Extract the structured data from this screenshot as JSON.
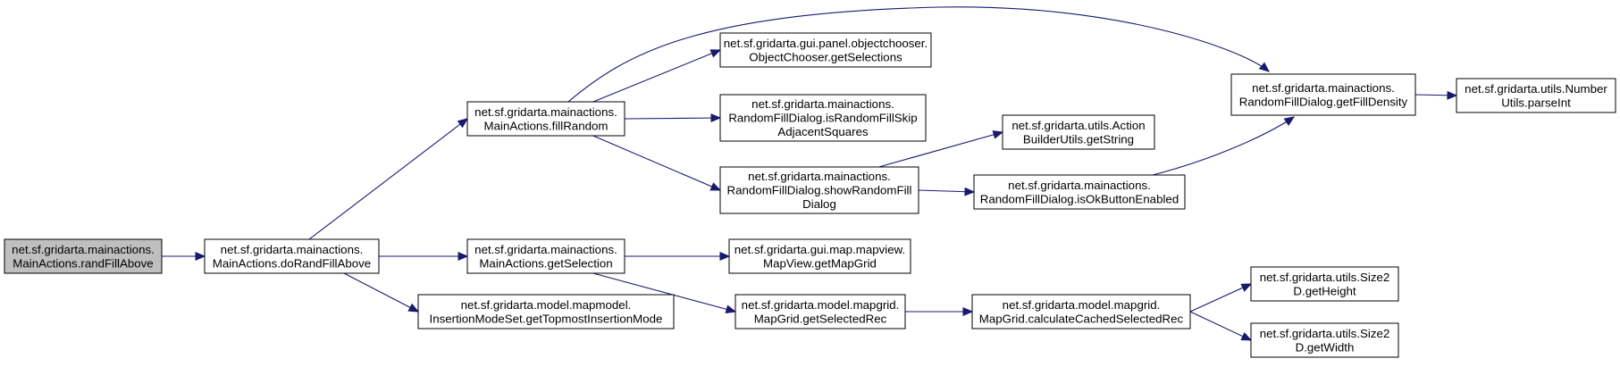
{
  "colors": {
    "node_fill": "#ffffff",
    "focus_fill": "#bfbfbf",
    "border": "#000000",
    "edge": "#191970"
  },
  "nodes": [
    {
      "id": "randFillAbove",
      "lines": [
        "net.sf.gridarta.mainactions.",
        "MainActions.randFillAbove"
      ],
      "focus": true
    },
    {
      "id": "doRandFillAbove",
      "lines": [
        "net.sf.gridarta.mainactions.",
        "MainActions.doRandFillAbove"
      ]
    },
    {
      "id": "fillRandom",
      "lines": [
        "net.sf.gridarta.mainactions.",
        "MainActions.fillRandom"
      ]
    },
    {
      "id": "getSelection",
      "lines": [
        "net.sf.gridarta.mainactions.",
        "MainActions.getSelection"
      ]
    },
    {
      "id": "getTopmostInsertionMode",
      "lines": [
        "net.sf.gridarta.model.mapmodel.",
        "InsertionModeSet.getTopmostInsertionMode"
      ]
    },
    {
      "id": "getSelections",
      "lines": [
        "net.sf.gridarta.gui.panel.objectchooser.",
        "ObjectChooser.getSelections"
      ]
    },
    {
      "id": "isRandomFillSkip",
      "lines": [
        "net.sf.gridarta.mainactions.",
        "RandomFillDialog.isRandomFillSkip",
        "AdjacentSquares"
      ]
    },
    {
      "id": "showRandomFillDialog",
      "lines": [
        "net.sf.gridarta.mainactions.",
        "RandomFillDialog.showRandomFill",
        "Dialog"
      ]
    },
    {
      "id": "getMapGrid",
      "lines": [
        "net.sf.gridarta.gui.map.mapview.",
        "MapView.getMapGrid"
      ]
    },
    {
      "id": "getSelectedRec",
      "lines": [
        "net.sf.gridarta.model.mapgrid.",
        "MapGrid.getSelectedRec"
      ]
    },
    {
      "id": "getString",
      "lines": [
        "net.sf.gridarta.utils.Action",
        "BuilderUtils.getString"
      ]
    },
    {
      "id": "isOkButtonEnabled",
      "lines": [
        "net.sf.gridarta.mainactions.",
        "RandomFillDialog.isOkButtonEnabled"
      ]
    },
    {
      "id": "calculateCachedSelectedRec",
      "lines": [
        "net.sf.gridarta.model.mapgrid.",
        "MapGrid.calculateCachedSelectedRec"
      ]
    },
    {
      "id": "getFillDensity",
      "lines": [
        "net.sf.gridarta.mainactions.",
        "RandomFillDialog.getFillDensity"
      ]
    },
    {
      "id": "getHeight",
      "lines": [
        "net.sf.gridarta.utils.Size2",
        "D.getHeight"
      ]
    },
    {
      "id": "getWidth",
      "lines": [
        "net.sf.gridarta.utils.Size2",
        "D.getWidth"
      ]
    },
    {
      "id": "parseInt",
      "lines": [
        "net.sf.gridarta.utils.Number",
        "Utils.parseInt"
      ]
    }
  ],
  "edges": [
    {
      "from": "randFillAbove",
      "to": "doRandFillAbove"
    },
    {
      "from": "doRandFillAbove",
      "to": "fillRandom"
    },
    {
      "from": "doRandFillAbove",
      "to": "getSelection"
    },
    {
      "from": "doRandFillAbove",
      "to": "getTopmostInsertionMode"
    },
    {
      "from": "fillRandom",
      "to": "getSelections"
    },
    {
      "from": "fillRandom",
      "to": "isRandomFillSkip"
    },
    {
      "from": "fillRandom",
      "to": "showRandomFillDialog"
    },
    {
      "from": "fillRandom",
      "to": "getFillDensity"
    },
    {
      "from": "getSelection",
      "to": "getMapGrid"
    },
    {
      "from": "getSelection",
      "to": "getSelectedRec"
    },
    {
      "from": "showRandomFillDialog",
      "to": "getString"
    },
    {
      "from": "showRandomFillDialog",
      "to": "isOkButtonEnabled"
    },
    {
      "from": "isOkButtonEnabled",
      "to": "getFillDensity"
    },
    {
      "from": "getSelectedRec",
      "to": "calculateCachedSelectedRec"
    },
    {
      "from": "calculateCachedSelectedRec",
      "to": "getHeight"
    },
    {
      "from": "calculateCachedSelectedRec",
      "to": "getWidth"
    },
    {
      "from": "getFillDensity",
      "to": "parseInt"
    }
  ]
}
